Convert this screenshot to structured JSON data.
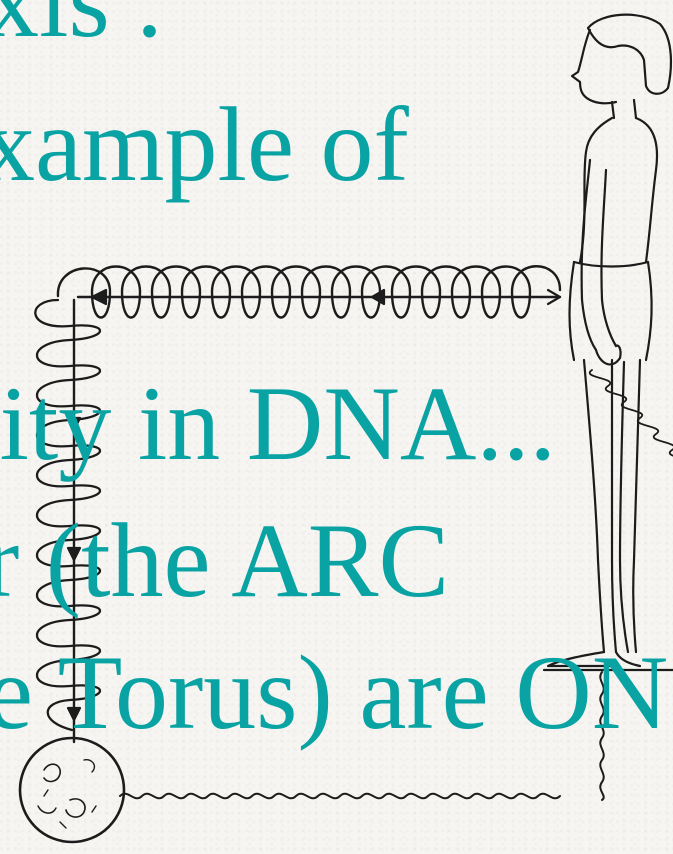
{
  "slide": {
    "lines": [
      "xis .",
      "xample of",
      "lity in DNA...",
      "r (the ARC",
      "e Torus) are ON"
    ],
    "text_color": "#0aa3a3",
    "background_color": "#f6f5f2"
  },
  "illustration": {
    "figure": "standing-person-line-drawing",
    "elements": [
      "horizontal-coil-with-arrows",
      "vertical-coil-left",
      "wavy-ground-line",
      "circular-cell-sphere"
    ]
  }
}
